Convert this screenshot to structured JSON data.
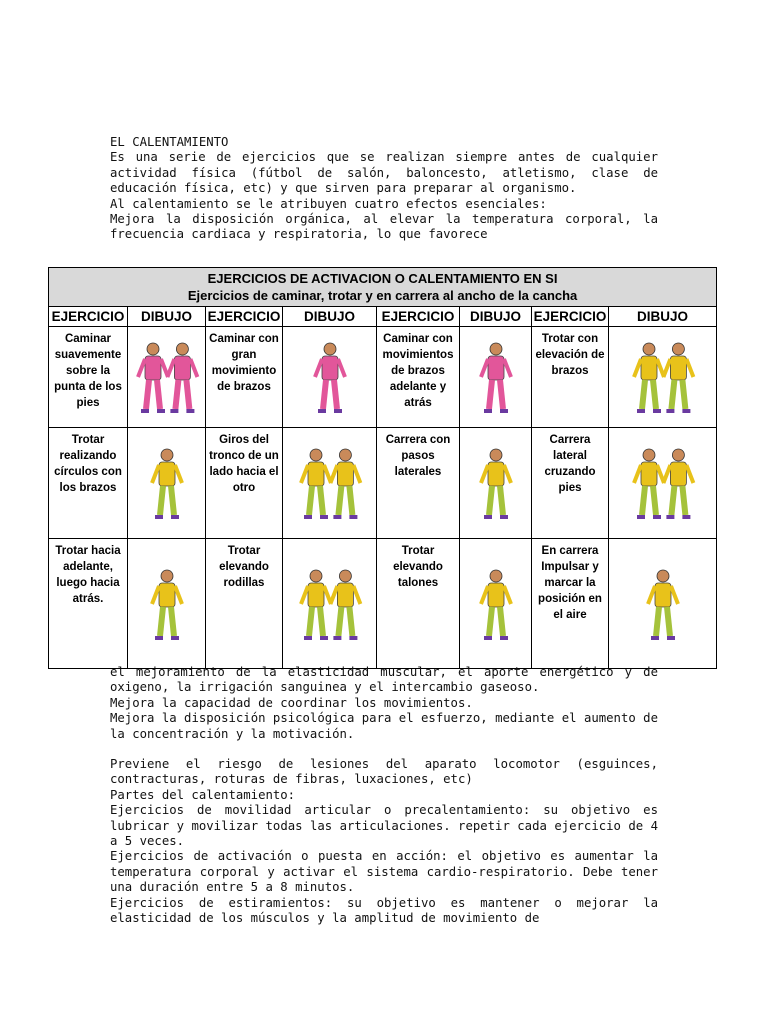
{
  "top_paragraphs": [
    "EL CALENTAMIENTO",
    "Es una serie de ejercicios que se realizan siempre antes de cualquier actividad física (fútbol de salón, baloncesto, atletismo, clase de educación física, etc) y que sirven para preparar al organismo.",
    "Al calentamiento se le atribuyen cuatro efectos esenciales:",
    "Mejora la disposición orgánica, al elevar la temperatura corporal, la frecuencia cardiaca y respiratoria, lo que favorece"
  ],
  "table": {
    "title": "EJERCICIOS DE ACTIVACION O CALENTAMIENTO EN SI",
    "subtitle": "Ejercicios de caminar, trotar y en carrera al ancho de la cancha",
    "headers": [
      "EJERCICIO",
      "DIBUJO",
      "EJERCICIO",
      "DIBUJO",
      "EJERCICIO",
      "DIBUJO",
      "EJERCICIO",
      "DIBUJO"
    ],
    "rows": [
      [
        "Caminar suavemente sobre la punta de los pies",
        "Caminar con gran movimiento de brazos",
        "Caminar con movimientos de brazos adelante y atrás",
        "Trotar con elevación de brazos"
      ],
      [
        "Trotar realizando círculos con los brazos",
        "Giros del tronco de un lado hacia el otro",
        "Carrera con pasos laterales",
        "Carrera lateral cruzando pies"
      ],
      [
        "Trotar hacia adelante, luego hacia atrás.",
        "Trotar elevando rodillas",
        "Trotar elevando talones",
        "En carrera Impulsar y marcar la posición en el aire"
      ]
    ],
    "colors": {
      "title_bg": "#d9d9d9",
      "shirt_pink": "#e2569a",
      "shirt_yellow": "#e8c21a",
      "pants_green": "#a5c23b",
      "shoes_purple": "#6a3aa0"
    }
  },
  "bottom_paragraphs": [
    "el mejoramiento de la elasticidad muscular, el aporte energético y de oxigeno, la irrigación sanguinea y el intercambio gaseoso.",
    "Mejora la capacidad de coordinar los movimientos.",
    "Mejora la disposición psicológica para el esfuerzo, mediante el aumento de la concentración y la motivación.",
    "",
    "Previene el riesgo de lesiones del aparato locomotor (esguinces, contracturas, roturas de fibras, luxaciones, etc)",
    "Partes del calentamiento:",
    "Ejercicios de movilidad articular o precalentamiento: su objetivo es lubricar y movilizar todas las articulaciones. repetir cada ejercicio de 4 a 5 veces.",
    "Ejercicios de activación o puesta en acción: el objetivo es aumentar la temperatura corporal y activar el sistema cardio-respiratorio. Debe tener una duración entre 5 a 8 minutos.",
    "Ejercicios de estiramientos: su objetivo es mantener o mejorar la elasticidad de los músculos y la amplitud de movimiento de"
  ]
}
